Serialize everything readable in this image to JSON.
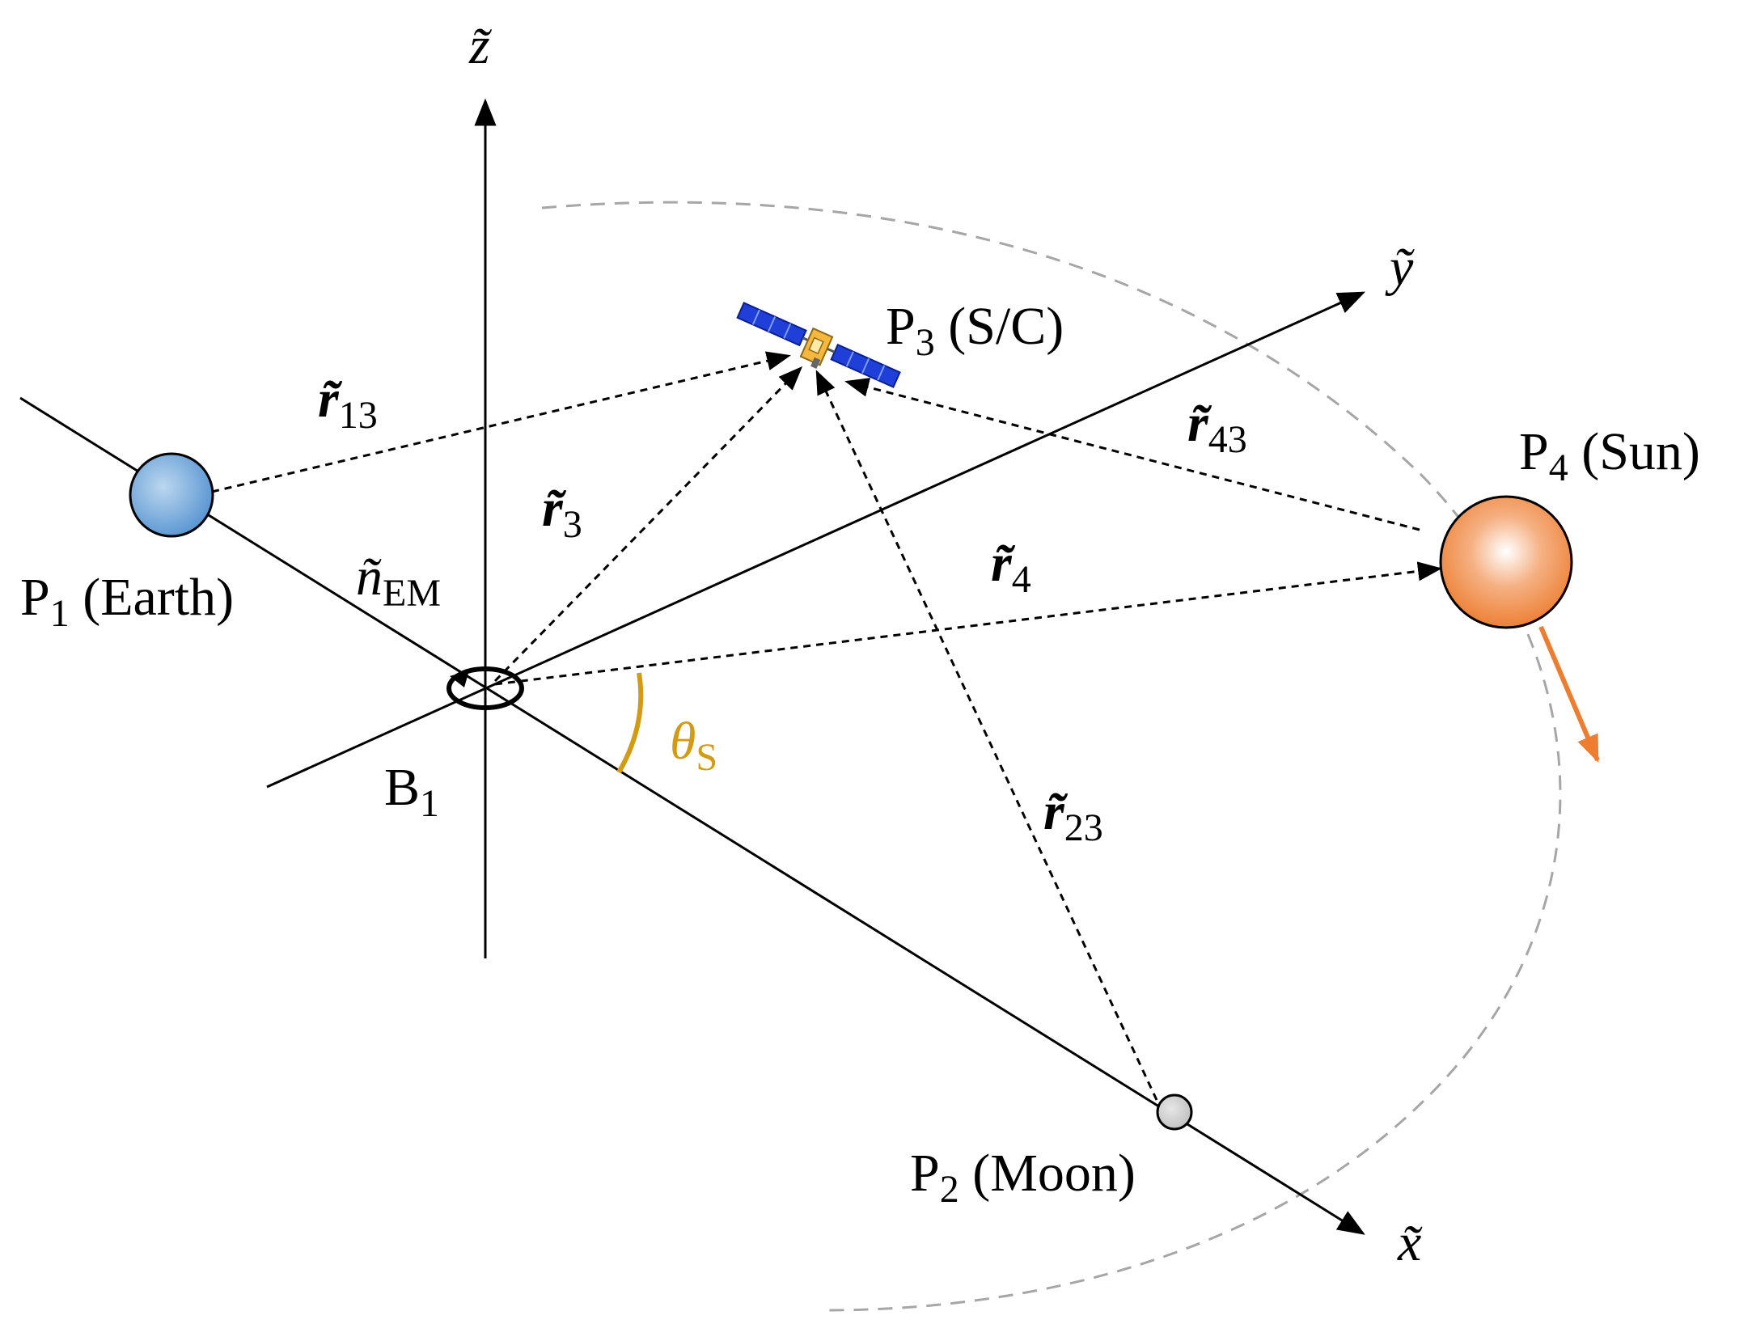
{
  "axes": {
    "x": {
      "name": "x̃"
    },
    "y": {
      "name": "ỹ"
    },
    "z": {
      "name": "z̃"
    }
  },
  "bodies": {
    "earth": {
      "main": "P",
      "sub": "1",
      "suffix": " (Earth)",
      "color": "#5b9bd5"
    },
    "moon": {
      "main": "P",
      "sub": "2",
      "suffix": " (Moon)",
      "color": "#c8c8c8"
    },
    "spacecraft": {
      "main": "P",
      "sub": "3",
      "suffix": " (S/C)"
    },
    "sun": {
      "main": "P",
      "sub": "4",
      "suffix": " (Sun)",
      "color": "#ed7d31"
    }
  },
  "barycenter": {
    "main": "B",
    "sub": "1"
  },
  "vectors": {
    "r13": {
      "main": "r̃",
      "sub": "13"
    },
    "r3": {
      "main": "r̃",
      "sub": "3"
    },
    "r43": {
      "main": "r̃",
      "sub": "43"
    },
    "r4": {
      "main": "r̃",
      "sub": "4"
    },
    "r23": {
      "main": "r̃",
      "sub": "23"
    }
  },
  "rotation": {
    "main": "ñ",
    "sub": "EM"
  },
  "angle": {
    "main": "θ",
    "sub": "S",
    "color": "#d39a13"
  }
}
